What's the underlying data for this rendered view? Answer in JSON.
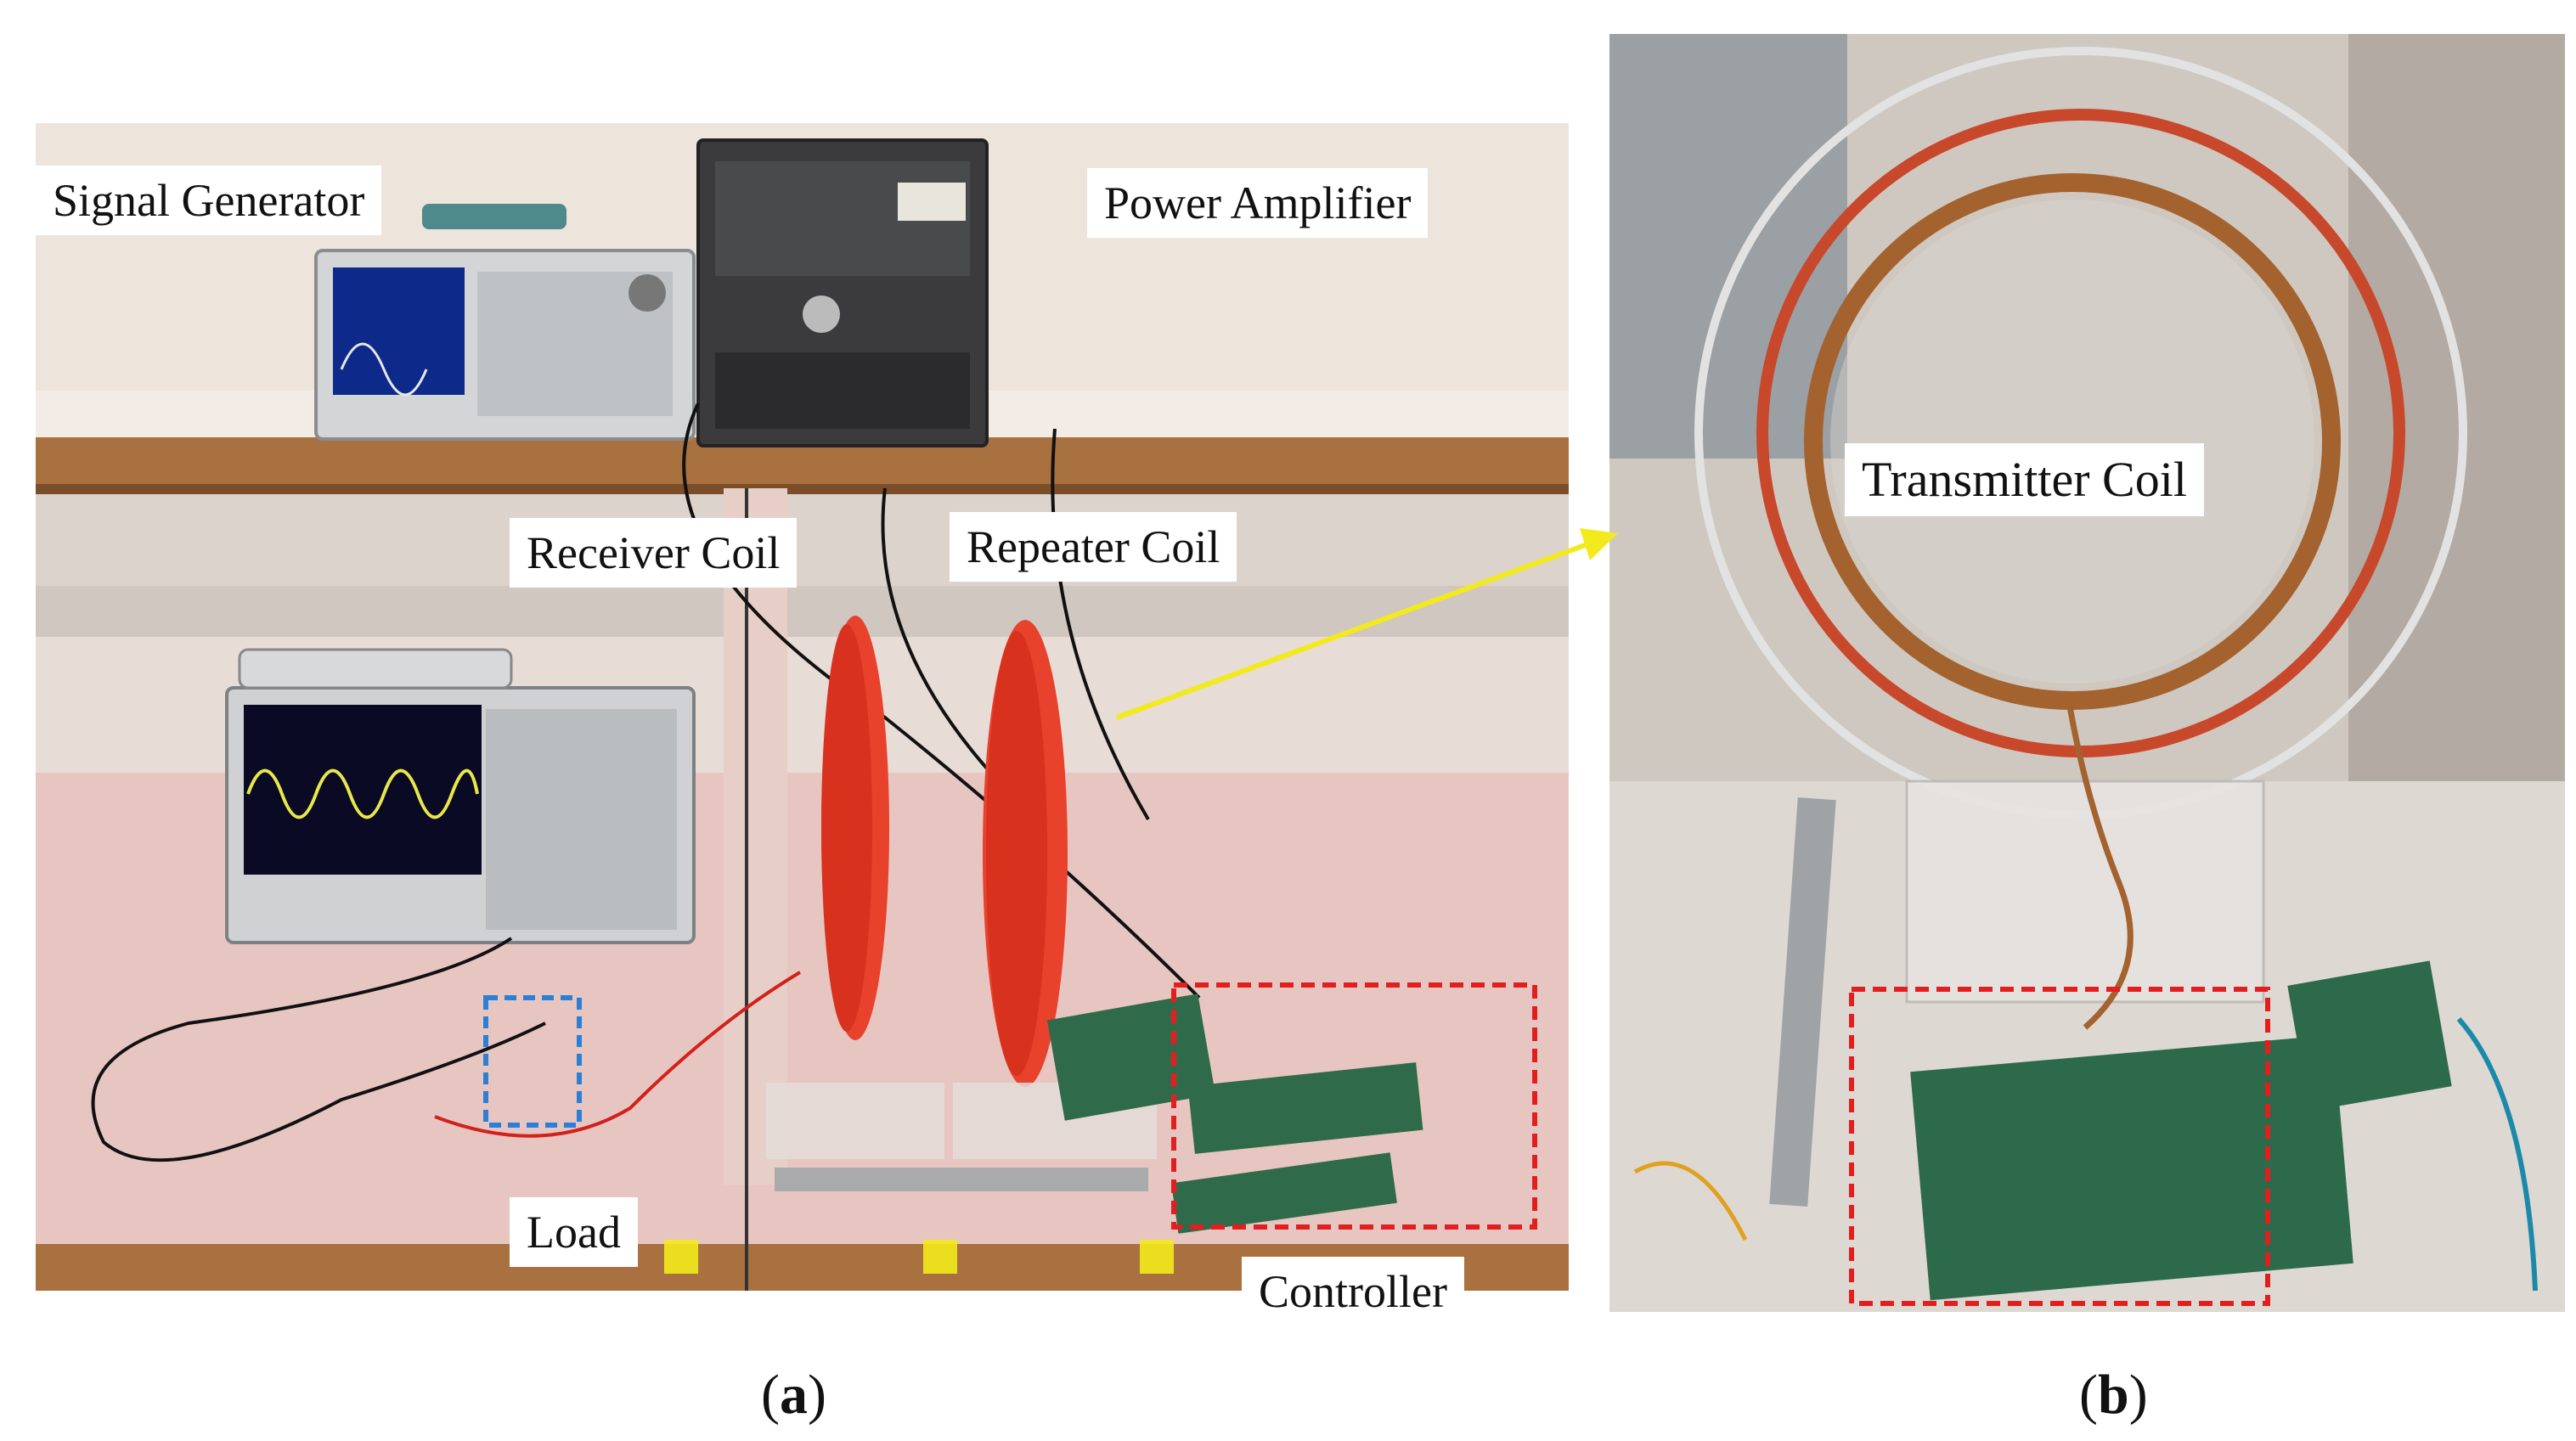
{
  "panel_a": {
    "labels": {
      "signal_generator": "Signal Generator",
      "power_amplifier": "Power Amplifier",
      "receiver_coil": "Receiver Coil",
      "repeater_coil": "Repeater Coil",
      "load": "Load",
      "controller": "Controller"
    },
    "caption_letter": "a"
  },
  "panel_b": {
    "labels": {
      "transmitter_coil": "Transmitter Coil"
    },
    "caption_letter": "b"
  },
  "colors": {
    "arrow": "#f2ea1c",
    "load_box": "#2b7fd6",
    "controller_box": "#e21f1f",
    "coil_red": "#e8402c",
    "copper": "#b26a32",
    "wall": "#efe6dc",
    "bench": "#e8c7c2",
    "shelf": "#a86c3a"
  }
}
